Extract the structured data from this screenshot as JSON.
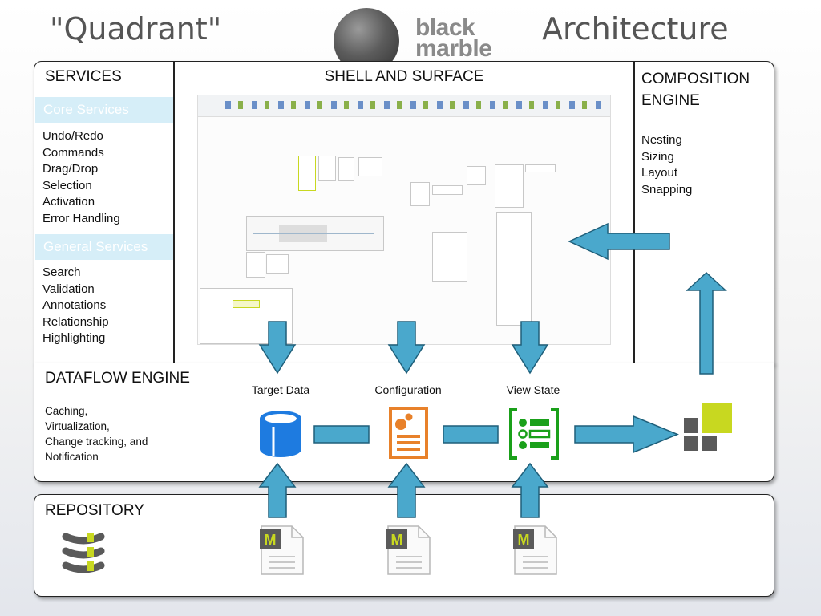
{
  "title_left": "\"Quadrant\"",
  "logo": {
    "line1": "black",
    "line2": "marble"
  },
  "title_right": "Architecture",
  "services": {
    "heading": "SERVICES",
    "core_label": "Core Services",
    "core_items": [
      "Undo/Redo",
      "Commands",
      "Drag/Drop",
      "Selection",
      "Activation",
      "Error Handling"
    ],
    "general_label": "General Services",
    "general_items": [
      "Search",
      "Validation",
      "Annotations",
      "Relationship",
      "Highlighting"
    ]
  },
  "shell": {
    "heading": "SHELL AND SURFACE"
  },
  "composition": {
    "heading_line1": "COMPOSITION",
    "heading_line2": "ENGINE",
    "items": [
      "Nesting",
      "Sizing",
      "Layout",
      "Snapping"
    ]
  },
  "dataflow": {
    "heading": "DATAFLOW ENGINE",
    "items": [
      "Caching,",
      "Virtualization,",
      "Change tracking, and",
      "Notification"
    ],
    "stages": [
      "Target Data",
      "Configuration",
      "View State"
    ]
  },
  "repository": {
    "heading": "REPOSITORY",
    "file_letter": "M"
  },
  "colors": {
    "arrow_fill": "#4aa8cc",
    "arrow_stroke": "#1f5f7a",
    "database_blue": "#1e7be0",
    "config_orange": "#e8812a",
    "viewstate_green": "#1aa01a",
    "lime": "#c8d820",
    "gray_block": "#5a5a5a",
    "band_blue": "#d6eef8"
  },
  "icons": [
    "database-icon",
    "configuration-document-icon",
    "view-state-form-icon",
    "composition-blocks-icon",
    "repository-stack-icon",
    "model-file-icon"
  ]
}
